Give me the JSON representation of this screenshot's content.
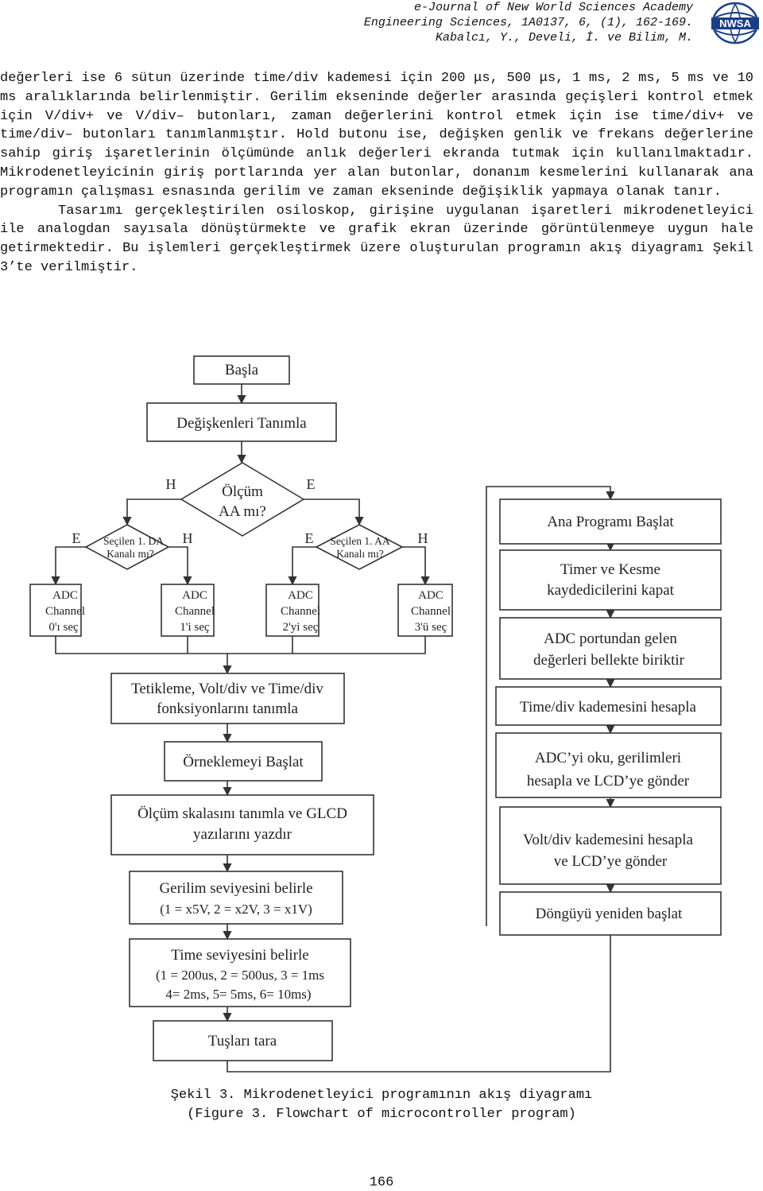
{
  "header": {
    "line1": "e-Journal of New World Sciences Academy",
    "line2": "Engineering Sciences, 1A0137, 6, (1), 162-169.",
    "line3": "Kabalcı, Y., Develi, İ. ve Bilim, M.",
    "logo_text": "NWSA"
  },
  "paragraphs": [
    "değerleri ise 6 sütun üzerinde time/div kademesi için 200 μs, 500 μs, 1 ms, 2 ms, 5 ms ve 10 ms aralıklarında belirlenmiştir. Gerilim ekseninde değerler arasında geçişleri kontrol etmek için V/div+ ve V/div– butonları, zaman değerlerini kontrol etmek için ise time/div+ ve time/div– butonları tanımlanmıştır. Hold butonu ise, değişken genlik ve frekans değerlerine sahip giriş işaretlerinin ölçümünde anlık değerleri ekranda tutmak için kullanılmaktadır. Mikrodenetleyicinin giriş portlarında yer alan butonlar, donanım kesmelerini kullanarak ana programın çalışması esnasında gerilim ve zaman ekseninde değişiklik yapmaya olanak tanır.",
    "Tasarımı gerçekleştirilen osiloskop, girişine uygulanan işaretleri mikrodenetleyici ile analogdan sayısala dönüştürmekte ve grafik ekran üzerinde görüntülenmeye uygun hale getirmektedir. Bu işlemleri gerçekleştirmek üzere oluşturulan programın akış diyagramı Şekil 3’te verilmiştir."
  ],
  "flowchart": {
    "start": "Başla",
    "define_vars": "Değişkenleri Tanımla",
    "decision_main_l1": "Ölçüm",
    "decision_main_l2": "AA mı?",
    "h": "H",
    "e": "E",
    "decision_left_l1": "Seçilen 1. DA",
    "decision_left_l2": "Kanalı mı?",
    "decision_right_l1": "Seçilen 1. AA",
    "decision_right_l2": "Kanalı mı?",
    "adc": "ADC",
    "channel": "Channel",
    "ch0": "0'ı seç",
    "ch1": "1'i seç",
    "ch2": "2'yi seç",
    "ch3": "3'ü seç",
    "trigger_l1": "Tetikleme, Volt/div  ve Time/div",
    "trigger_l2": "fonksiyonlarını tanımla",
    "start_sampling": "Örneklemeyi Başlat",
    "scale_l1": "Ölçüm skalasını tanımla ve GLCD",
    "scale_l2": "yazılarını yazdır",
    "voltage_l1": "Gerilim seviyesini belirle",
    "voltage_l2": "(1 = x5V, 2 = x2V, 3 = x1V)",
    "time_l1": "Time seviyesini belirle",
    "time_l2": "(1 = 200us, 2 = 500us, 3 = 1ms",
    "time_l3": "4= 2ms, 5= 5ms, 6= 10ms)",
    "scan_keys": "Tuşları tara",
    "main_start": "Ana Programı Başlat",
    "timer_l1": "Timer ve Kesme",
    "timer_l2": "kaydedicilerini kapat",
    "adcport_l1": "ADC portundan gelen",
    "adcport_l2": "değerleri bellekte biriktir",
    "timediv": "Time/div kademesini hesapla",
    "readadc_l1": "ADC’yi oku, gerilimleri",
    "readadc_l2": "hesapla ve LCD’ye gönder",
    "voltdiv_l1": "Volt/div kademesini hesapla",
    "voltdiv_l2": "ve LCD’ye gönder",
    "restart": "Döngüyü yeniden başlat"
  },
  "caption": {
    "line1": "Şekil 3. Mikrodenetleyici programının akış diyagramı",
    "line2": "(Figure 3. Flowchart of microcontroller program)"
  },
  "page_number": "166"
}
